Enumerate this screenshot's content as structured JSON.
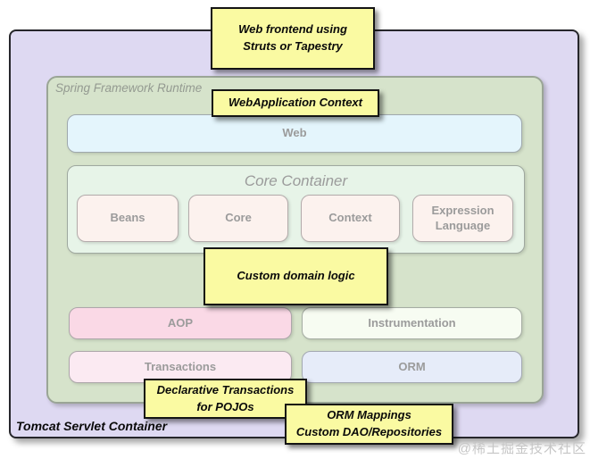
{
  "diagram": {
    "container_label": "Tomcat Servlet Container",
    "runtime_label": "Spring Framework Runtime",
    "web_module": "Web",
    "core_container": {
      "title": "Core Container",
      "modules": [
        "Beans",
        "Core",
        "Context",
        "Expression Language"
      ]
    },
    "middleware": {
      "aop": "AOP",
      "instrumentation": "Instrumentation",
      "transactions": "Transactions",
      "orm": "ORM"
    },
    "callouts": [
      {
        "id": "web-frontend",
        "text": "Web frontend  using\nStruts or Tapestry"
      },
      {
        "id": "webapplication-context",
        "text": "WebApplication Context"
      },
      {
        "id": "custom-domain-logic",
        "text": "Custom domain logic"
      },
      {
        "id": "declarative-transactions",
        "text": "Declarative Transactions\nfor POJOs"
      },
      {
        "id": "orm-mappings",
        "text": "ORM Mappings\nCustom DAO/Repositories"
      }
    ],
    "colors": {
      "tomcat_fill": "#ded9f2",
      "spring_fill": "#d6e3cb",
      "core_container_fill": "#e7f4e8",
      "core_module_fill": "#fcf2ee",
      "web_fill": "#e4f5fc",
      "aop_fill": "#fad9e6",
      "instrumentation_fill": "#f7fcf2",
      "transactions_fill": "#fbeaf2",
      "orm_fill": "#e6ecf9",
      "callout_fill": "#fafaa2",
      "label_gray": "#9b9b9b"
    }
  },
  "watermark": "@稀土掘金技术社区"
}
